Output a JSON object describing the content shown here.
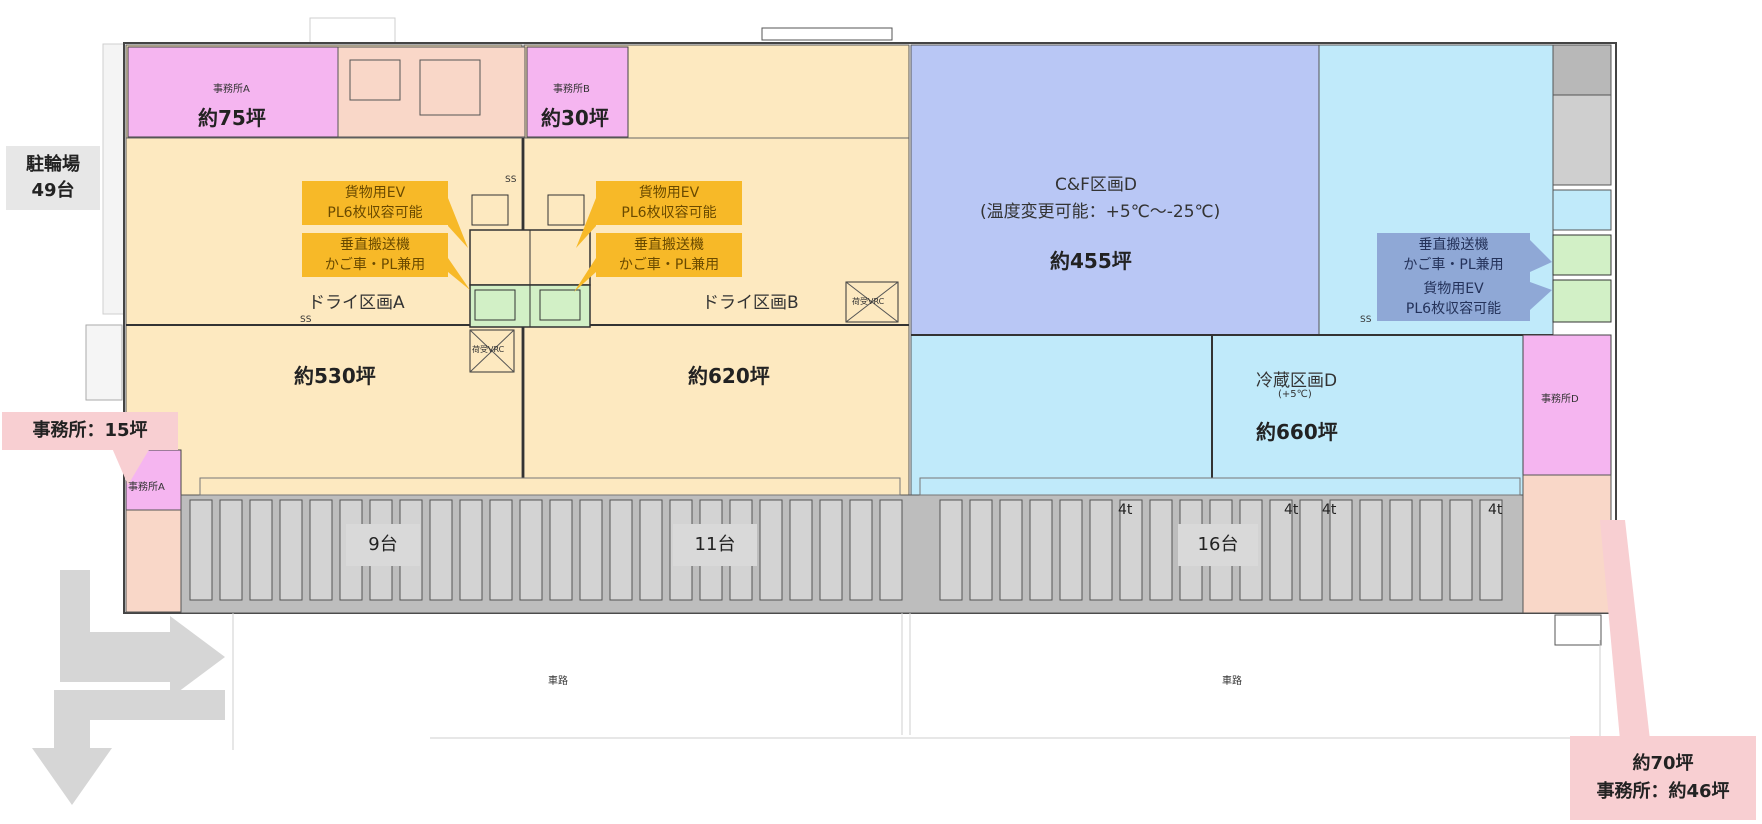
{
  "zones": {
    "office_a_top": {
      "name": "事務所A",
      "area": "約75坪"
    },
    "office_b_top": {
      "name": "事務所B",
      "area": "約30坪"
    },
    "dry_a": {
      "name": "ドライ区画A",
      "area": "約530坪"
    },
    "dry_b": {
      "name": "ドライ区画B",
      "area": "約620坪"
    },
    "cf_d": {
      "name": "C&F区画D",
      "note": "(温度変更可能：+5℃～-25℃)",
      "area": "約455坪"
    },
    "cold_d": {
      "name": "冷蔵区画D",
      "temp": "(+5℃)",
      "area": "約660坪"
    },
    "office_d": {
      "name": "事務所D"
    },
    "office_a_small": {
      "name": "事務所A"
    }
  },
  "callouts": {
    "ev_left": {
      "line1": "貨物用EV",
      "line2": "PL6枚収容可能"
    },
    "lift_left": {
      "line1": "垂直搬送機",
      "line2": "かご車・PL兼用"
    },
    "ev_right": {
      "line1": "貨物用EV",
      "line2": "PL6枚収容可能"
    },
    "lift_right": {
      "line1": "垂直搬送機",
      "line2": "かご車・PL兼用"
    },
    "lift_d": {
      "line1": "垂直搬送機",
      "line2": "かご車・PL兼用"
    },
    "ev_d": {
      "line1": "貨物用EV",
      "line2": "PL6枚収容可能"
    }
  },
  "side_labels": {
    "bike": {
      "line1": "駐輪場",
      "line2": "49台"
    },
    "office_left": "事務所：15坪",
    "office_right": {
      "line1": "約70坪",
      "line2": "事務所：約46坪"
    }
  },
  "berths": {
    "a": "9台",
    "b": "11台",
    "d": "16台"
  },
  "truck_tags": [
    "4t",
    "4t",
    "4t",
    "4t"
  ],
  "road": [
    "車路",
    "車路"
  ],
  "small_rooms": {
    "vrc_left": "荷受VRC",
    "vrc_right": "荷受VRC",
    "ss": "SS"
  },
  "colors": {
    "dry": "#fde9c0",
    "office": "#f5b5f0",
    "cf": "#b9c7f5",
    "cold": "#c0eafa",
    "dock": "#bdbdbd",
    "ev_green": "#d2f0c6",
    "callout_orange": "#f7b928",
    "callout_blue": "#8fa8d6",
    "pink": "#f8cfd2"
  }
}
